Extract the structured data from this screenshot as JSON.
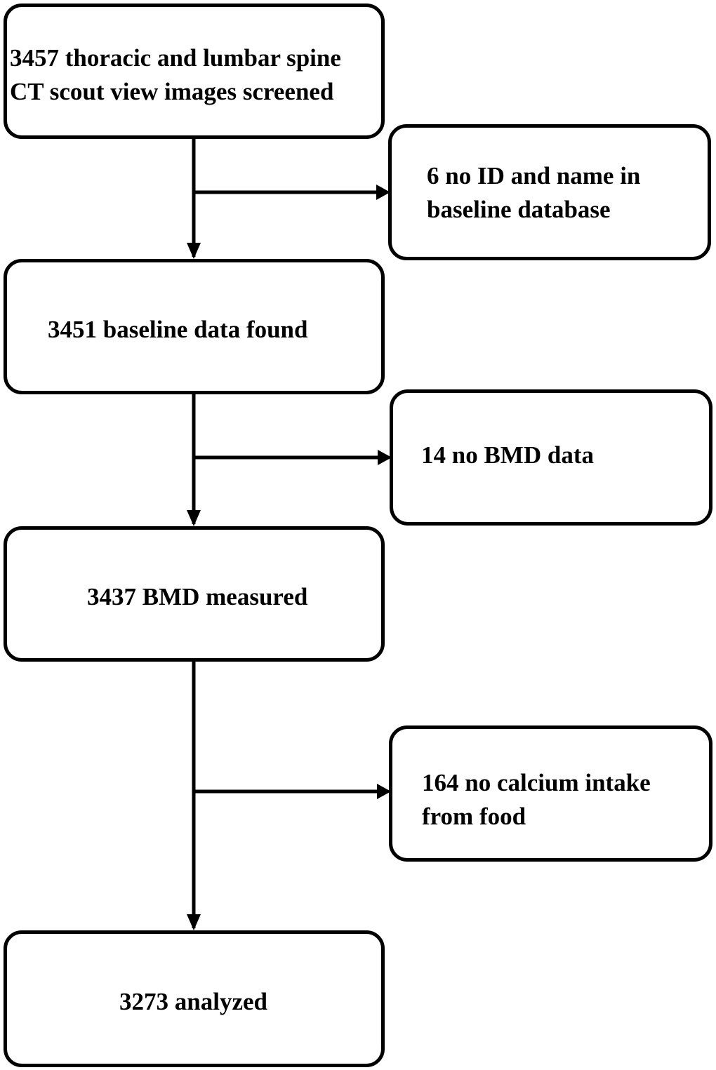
{
  "flowchart": {
    "main_steps": [
      {
        "lines": [
          "3457 thoracic and lumbar spine",
          "CT scout view images screened"
        ]
      },
      {
        "lines": [
          "3451 baseline data found"
        ]
      },
      {
        "lines": [
          "3437 BMD measured"
        ]
      },
      {
        "lines": [
          "3273 analyzed"
        ]
      }
    ],
    "exclusions": [
      {
        "lines": [
          "6 no ID and name in",
          "baseline database"
        ]
      },
      {
        "lines": [
          "14 no BMD data"
        ]
      },
      {
        "lines": [
          "164 no calcium intake",
          "from food"
        ]
      }
    ]
  },
  "colors": {
    "stroke": "#000000",
    "background": "#ffffff"
  }
}
